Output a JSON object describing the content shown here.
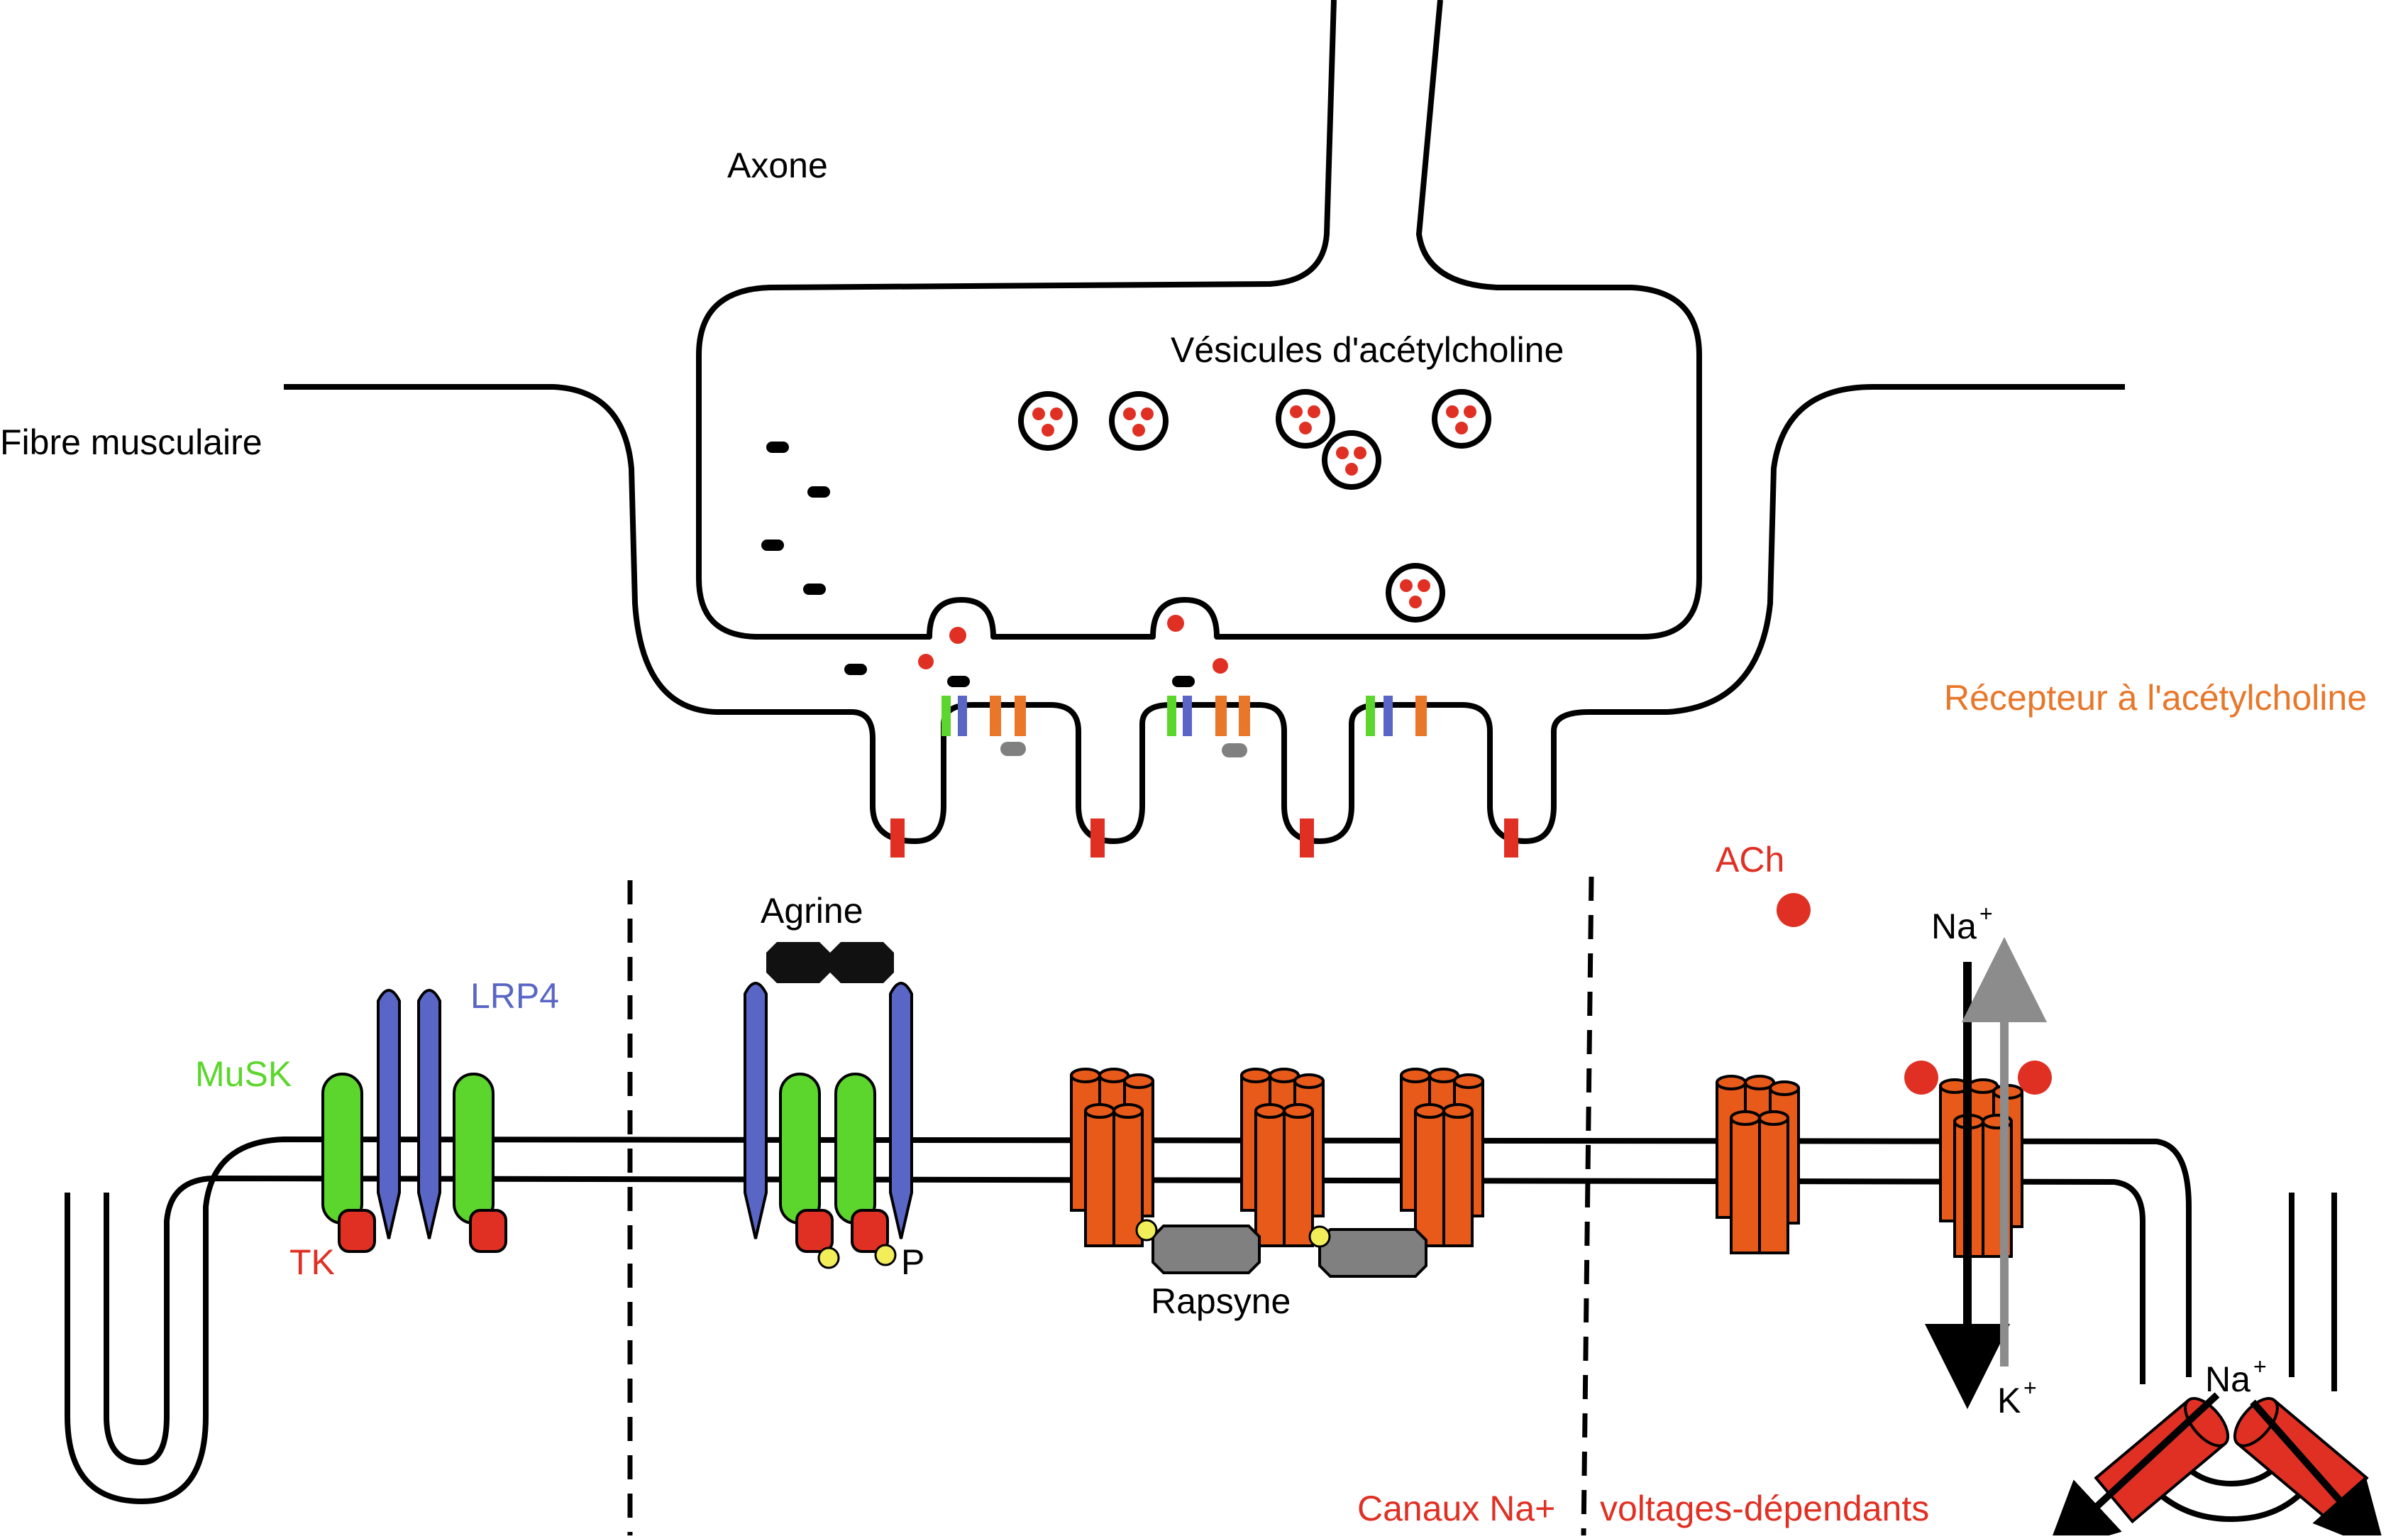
{
  "labels": {
    "axone": "Axone",
    "fibre": "Fibre musculaire",
    "vesicules": "Vésicules d'acétylcholine",
    "recepteur": "Récepteur à l'acétylcholine",
    "ach": "ACh",
    "lrp4": "LRP4",
    "musk": "MuSK",
    "tk": "TK",
    "agrine": "Agrine",
    "p": "P",
    "rapsyne": "Rapsyne",
    "na_top": "Na",
    "k_bottom": "K",
    "na_right": "Na",
    "plus": "+",
    "canaux": "Canaux Na+",
    "voltages": "voltages-dépendants"
  },
  "colors": {
    "membrane": "#000000",
    "musk": "#5cd62c",
    "lrp4": "#5a66c6",
    "receptor": "#e85a1a",
    "ach": "#e03024",
    "tk": "#e03024",
    "na_channel": "#e03024",
    "phospho": "#f2ee5a",
    "rapsyne": "#808080",
    "agrine": "#111111",
    "k_arrow": "#8c8c8c",
    "label_orange": "#e8772a",
    "label_red": "#e03024",
    "label_green": "#5cd62c",
    "label_blue": "#5a66c6"
  },
  "icons": [
    "vesicle-icon",
    "ach-molecule-icon",
    "musk-receptor-icon",
    "lrp4-receptor-icon",
    "agrine-icon",
    "achr-channel-icon",
    "rapsyne-icon",
    "phosphate-icon",
    "na-channel-icon",
    "arrow-icon"
  ]
}
